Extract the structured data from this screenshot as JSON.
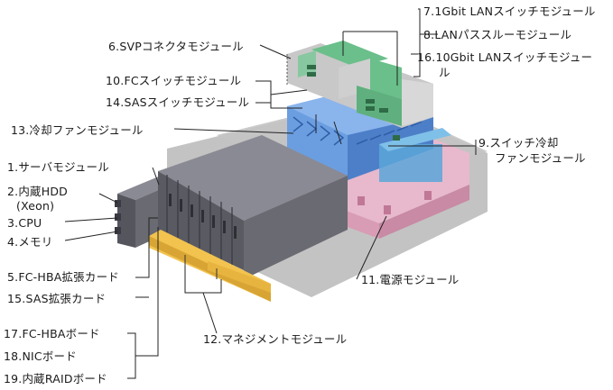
{
  "labels": {
    "l1": "1.サーバモジュール",
    "l2": "2.内蔵HDD",
    "l2b": "(Xeon)",
    "l3": "3.CPU",
    "l4": "4.メモリ",
    "l5": "5.FC-HBA拡張カード",
    "l6": "6.SVPコネクタモジュール",
    "l7": "7.1Gbit LANスイッチモジュール",
    "l8": "8.LANパススルーモジュール",
    "l9a": "9.スイッチ冷却",
    "l9b": "ファンモジュール",
    "l10": "10.FCスイッチモジュール",
    "l11": "11.電源モジュール",
    "l12": "12.マネジメントモジュール",
    "l13": "13.冷却ファンモジュール",
    "l14": "14.SASスイッチモジュール",
    "l15": "15.SAS拡張カード",
    "l16a": "16.10Gbit LANスイッチモジュー",
    "l16b": "ル",
    "l17": "17.FC-HBAボード",
    "l18": "18.NICボード",
    "l19": "19.内蔵RAIDボード"
  },
  "colors": {
    "server_front": "#6a6a72",
    "server_side": "#4a4a52",
    "server_top": "#8a8a94",
    "cooling_fan": "#5b8fd6",
    "power": "#e6b4c8",
    "management": "#f0c050",
    "lan_switch": "#6abf8a",
    "gray_module": "#c8c8c8",
    "chassis_shadow": "#b0b0b0"
  }
}
